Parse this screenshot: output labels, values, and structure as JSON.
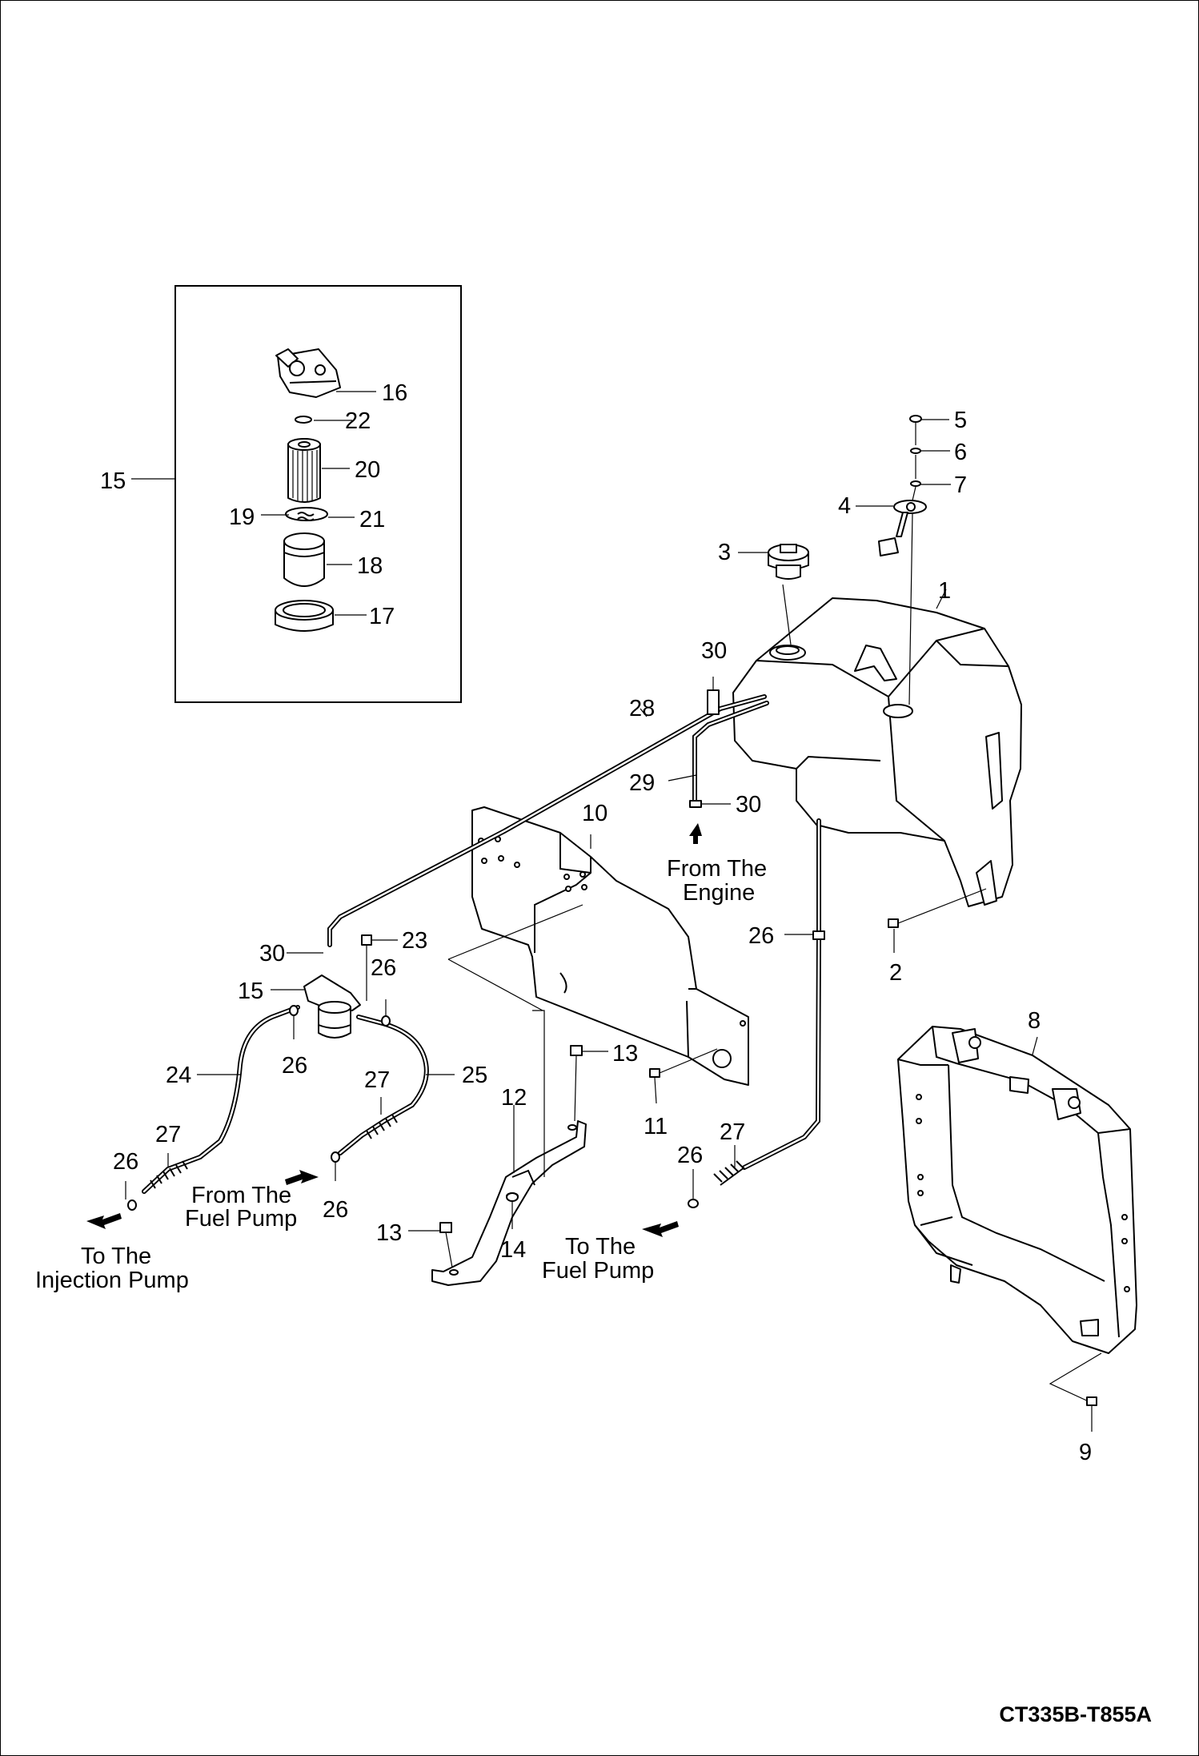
{
  "drawing_code": "CT335B-T855A",
  "callouts": [
    "1",
    "2",
    "3",
    "4",
    "5",
    "6",
    "7",
    "8",
    "9",
    "10",
    "11",
    "12",
    "13",
    "14",
    "15",
    "16",
    "17",
    "18",
    "19",
    "20",
    "21",
    "22",
    "23",
    "24",
    "25",
    "26",
    "27",
    "28",
    "29",
    "30"
  ],
  "notes": {
    "from_engine": [
      "From The",
      "Engine"
    ],
    "from_fuel_pump": [
      "From The",
      "Fuel Pump"
    ],
    "to_injection_pump": [
      "To The",
      "Injection Pump"
    ],
    "to_fuel_pump": [
      "To The",
      "Fuel Pump"
    ]
  },
  "icons": [
    "flow-arrow-icon"
  ]
}
